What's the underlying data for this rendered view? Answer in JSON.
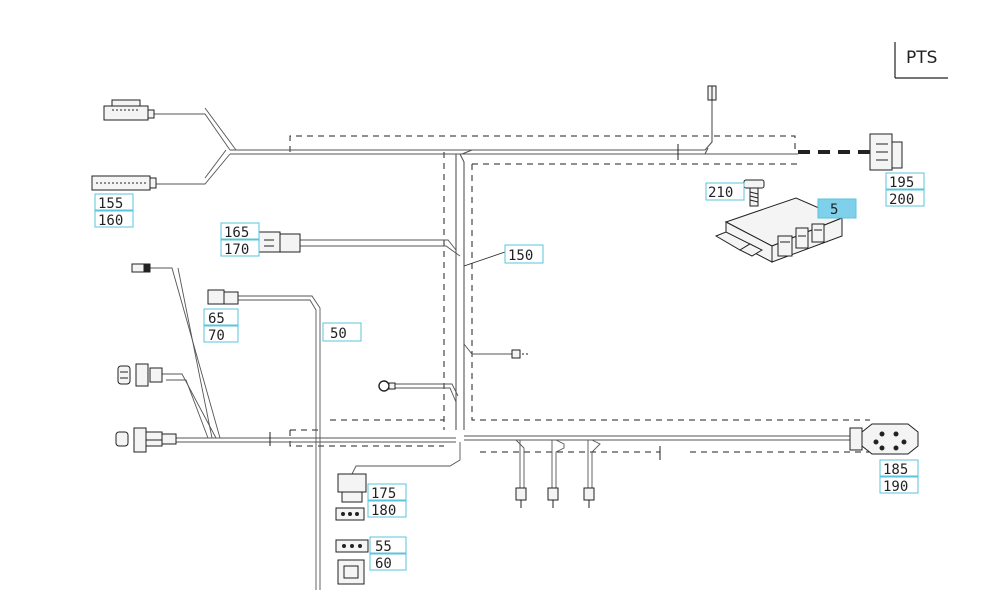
{
  "header": {
    "code": "PTS"
  },
  "callouts": [
    {
      "id": "c195",
      "value": "195"
    },
    {
      "id": "c200",
      "value": "200"
    },
    {
      "id": "c210",
      "value": "210"
    },
    {
      "id": "c5",
      "value": "5",
      "highlight_color": "#7fd0ea"
    },
    {
      "id": "c155",
      "value": "155"
    },
    {
      "id": "c160",
      "value": "160"
    },
    {
      "id": "c165",
      "value": "165"
    },
    {
      "id": "c170",
      "value": "170"
    },
    {
      "id": "c150",
      "value": "150"
    },
    {
      "id": "c65",
      "value": "65"
    },
    {
      "id": "c70",
      "value": "70"
    },
    {
      "id": "c50",
      "value": "50"
    },
    {
      "id": "c175",
      "value": "175"
    },
    {
      "id": "c180",
      "value": "180"
    },
    {
      "id": "c55",
      "value": "55"
    },
    {
      "id": "c60",
      "value": "60"
    },
    {
      "id": "c185",
      "value": "185"
    },
    {
      "id": "c190",
      "value": "190"
    }
  ],
  "colors": {
    "callout_border": "#59c4dc",
    "callout_highlight": "#7fd0ea",
    "line": "#222222"
  }
}
